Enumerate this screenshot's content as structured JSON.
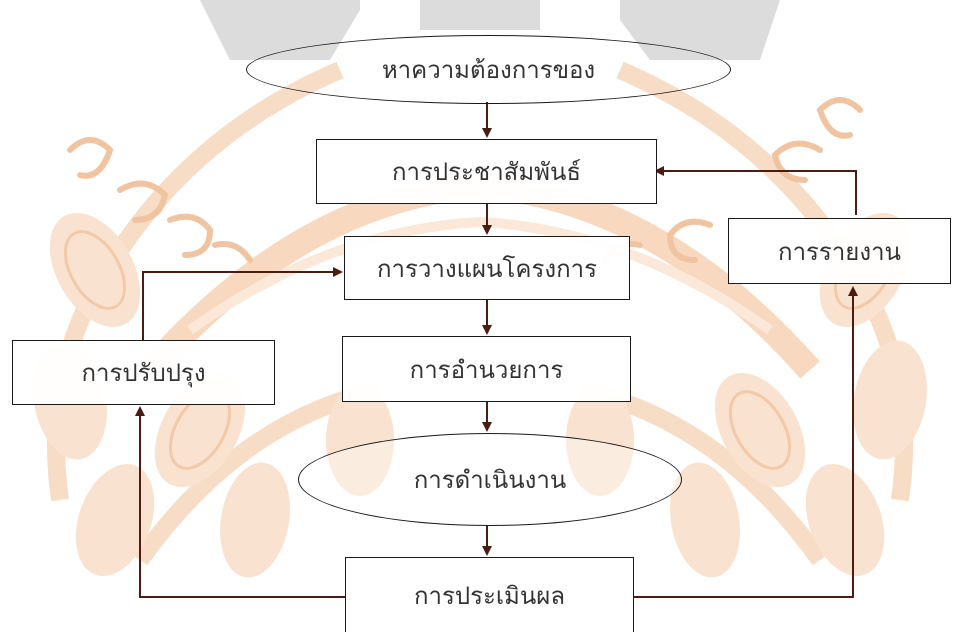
{
  "colors": {
    "arrow": "#4a1c12",
    "box_border": "#1a1a1a",
    "text": "#333333",
    "watermark_orange": "#f6d2b4",
    "watermark_gray": "#d9d9d9"
  },
  "nodes": {
    "needs": "หาความต้องการของ",
    "pr": "การประชาสัมพันธ์",
    "planning": "การวางแผนโครงการ",
    "directing": "การอำนวยการ",
    "operation": "การดำเนินงาน",
    "evaluation": "การประเมินผล",
    "improvement": "การปรับปรุง",
    "reporting": "การรายงาน"
  }
}
